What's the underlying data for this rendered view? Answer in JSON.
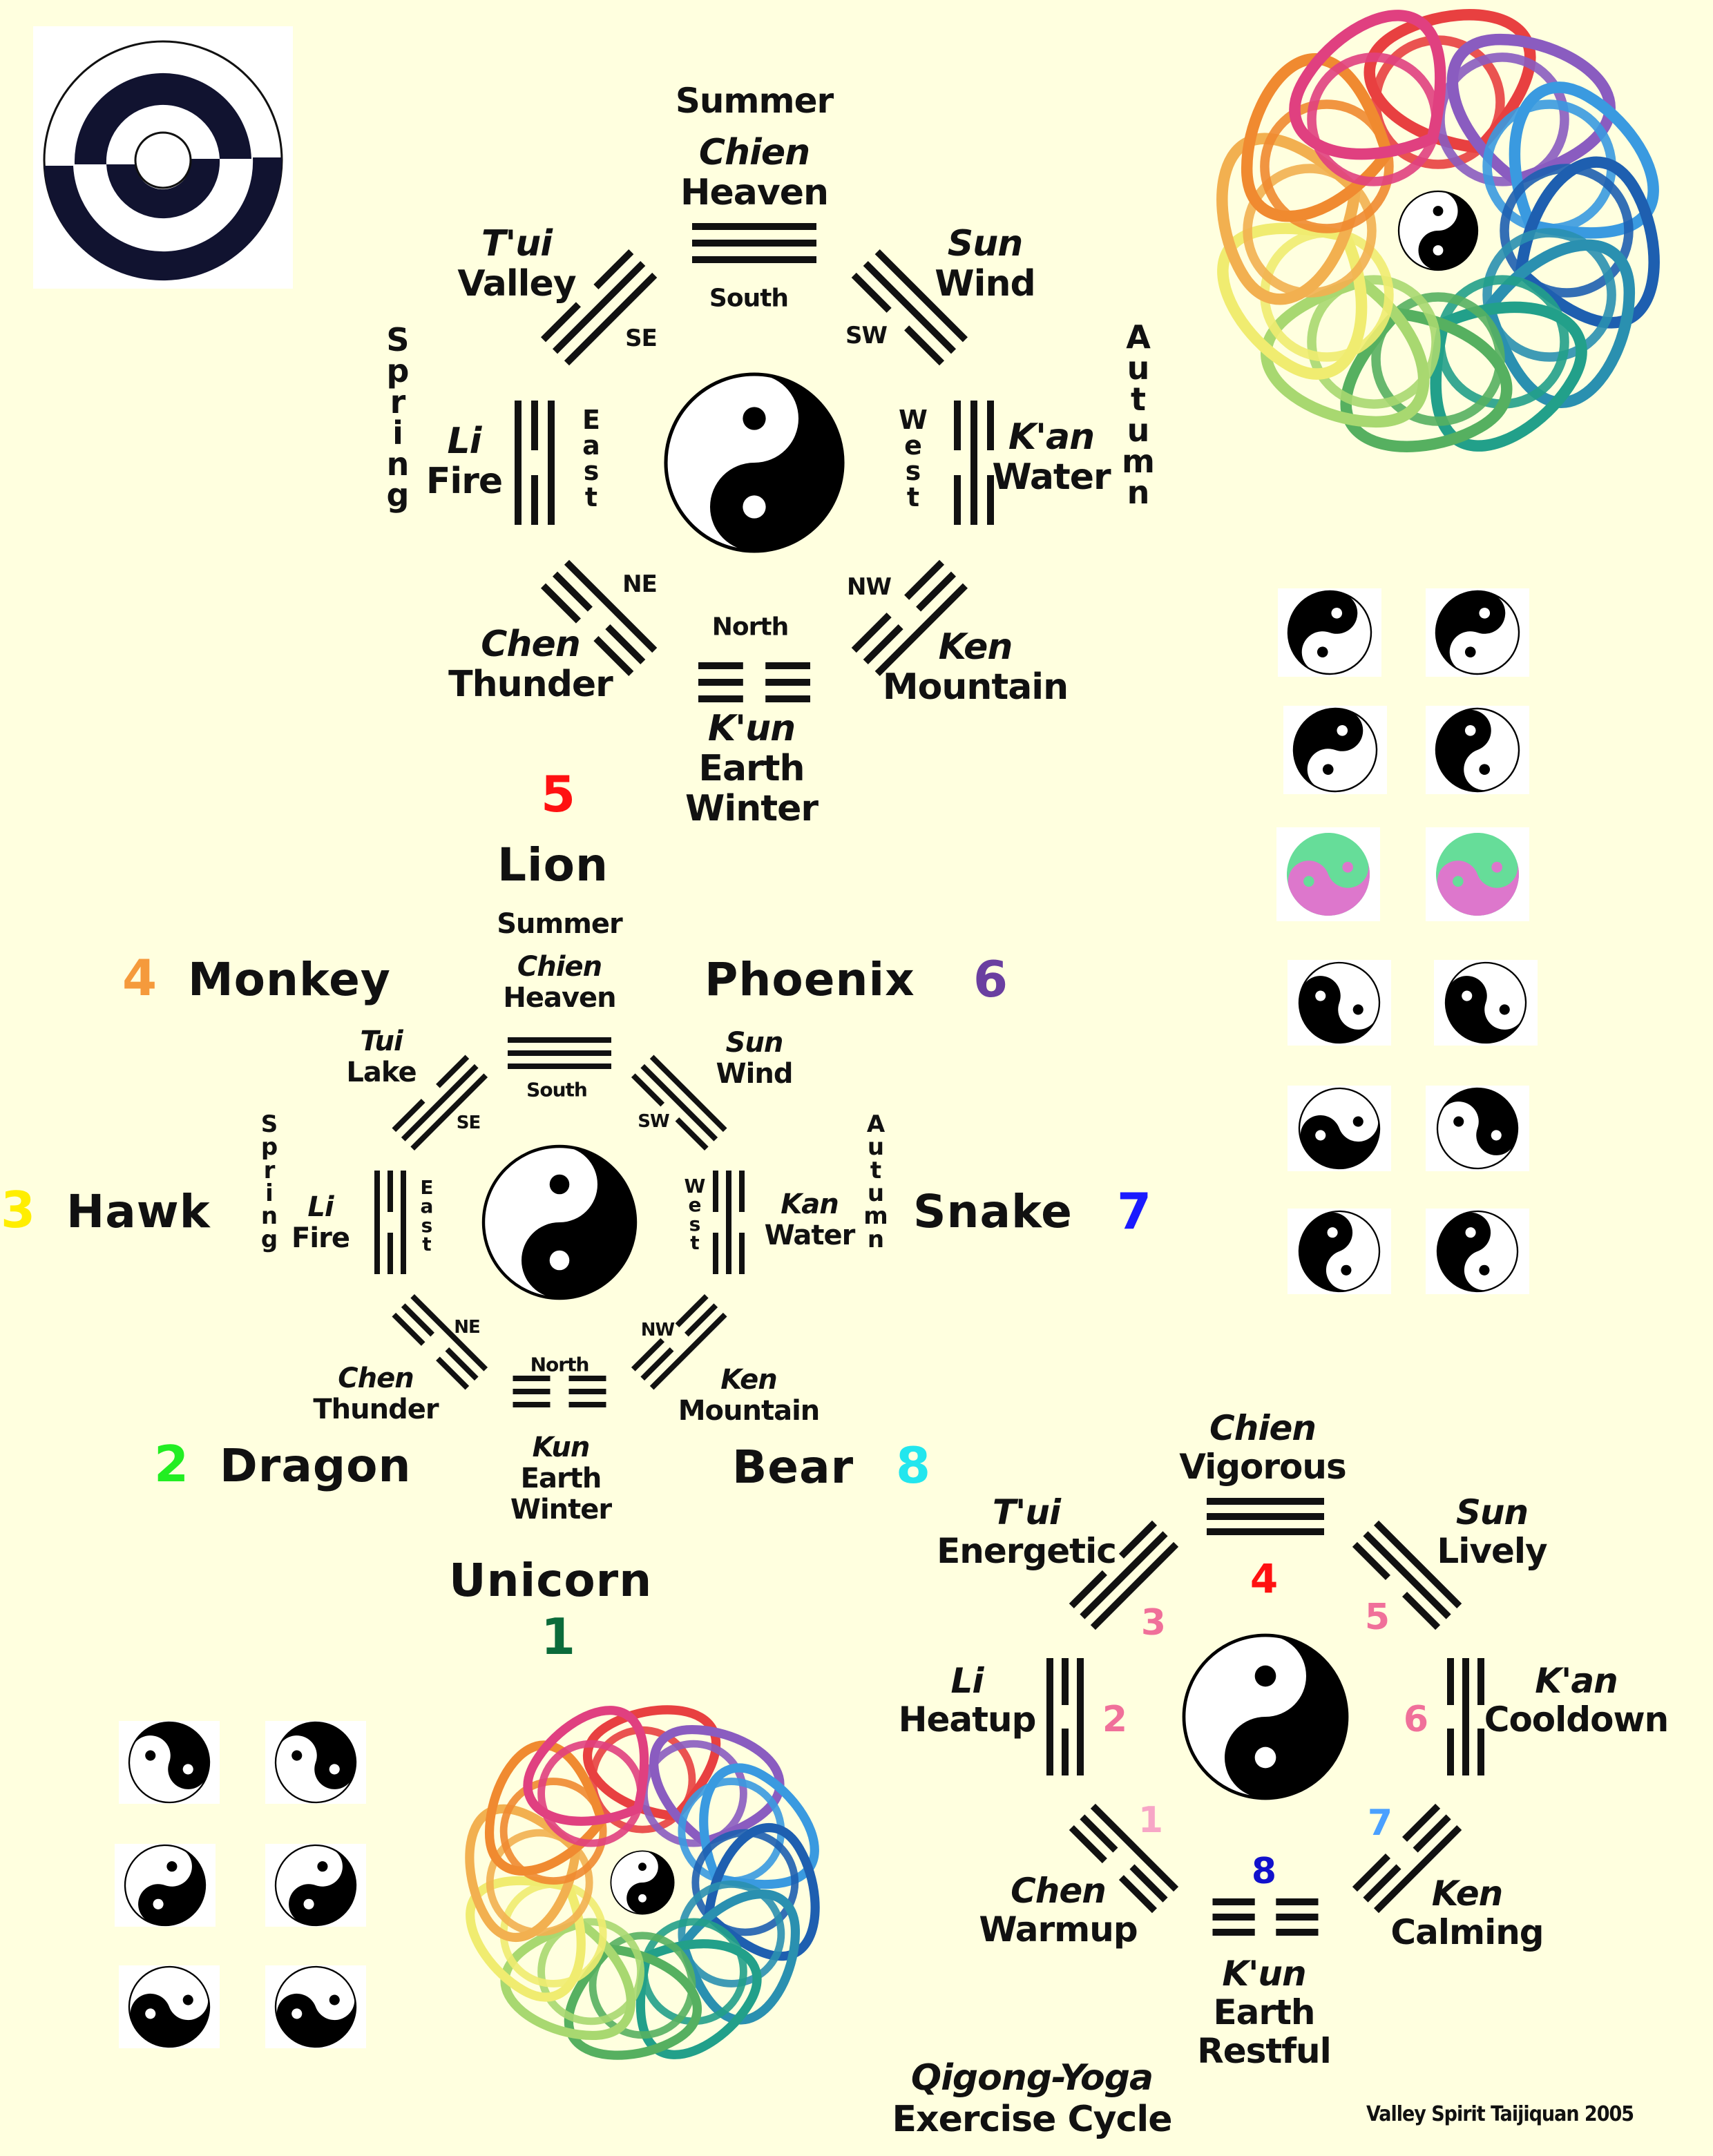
{
  "colors": {
    "background": "#ffffdf",
    "ink": "#111111",
    "num1": "#0b6b3a",
    "num2": "#22ee22",
    "num3": "#ffee00",
    "num4": "#f59a3c",
    "num5": "#ff1111",
    "num6": "#6a3fa0",
    "num7": "#1a1aff",
    "num8": "#22e6ee",
    "cycle_pink": "#f0709a",
    "cycle_light_pink": "#f7a6c6",
    "cycle_red": "#ff1111",
    "cycle_light_blue": "#4aa0ff",
    "cycle_blue": "#1111cc",
    "yinyang_green": "#66dd99",
    "yinyang_magenta": "#dd77cc"
  },
  "top_bagua": {
    "center_icon": "yin-yang-icon",
    "seasons": {
      "top": "Summer",
      "left": "Spring",
      "right": "Autumn",
      "bottom": "Winter"
    },
    "directions": {
      "south": "South",
      "north": "North",
      "east": "East",
      "west": "West",
      "se": "SE",
      "sw": "SW",
      "ne": "NE",
      "nw": "NW"
    },
    "trigrams": {
      "chien": {
        "name": "Chien",
        "meaning": "Heaven"
      },
      "tui": {
        "name": "T'ui",
        "meaning": "Valley"
      },
      "sun": {
        "name": "Sun",
        "meaning": "Wind"
      },
      "li": {
        "name": "Li",
        "meaning": "Fire"
      },
      "kan": {
        "name": "K'an",
        "meaning": "Water"
      },
      "chen": {
        "name": "Chen",
        "meaning": "Thunder"
      },
      "ken": {
        "name": "Ken",
        "meaning": "Mountain"
      },
      "kun": {
        "name": "K'un",
        "meaning": "Earth"
      }
    }
  },
  "middle_bagua": {
    "center_icon": "yin-yang-icon",
    "seasons": {
      "top": "Summer",
      "left": "Spring",
      "right": "Autumn",
      "bottom": "Winter"
    },
    "directions": {
      "south": "South",
      "north": "North",
      "east": "East",
      "west": "West",
      "se": "SE",
      "sw": "SW",
      "ne": "NE",
      "nw": "NW"
    },
    "trigrams": {
      "chien": {
        "name": "Chien",
        "meaning": "Heaven"
      },
      "tui": {
        "name": "Tui",
        "meaning": "Lake"
      },
      "sun": {
        "name": "Sun",
        "meaning": "Wind"
      },
      "li": {
        "name": "Li",
        "meaning": "Fire"
      },
      "kan": {
        "name": "Kan",
        "meaning": "Water"
      },
      "chen": {
        "name": "Chen",
        "meaning": "Thunder"
      },
      "ken": {
        "name": "Ken",
        "meaning": "Mountain"
      },
      "kun": {
        "name": "Kun",
        "meaning": "Earth"
      }
    },
    "animals": [
      {
        "number": "1",
        "name": "Unicorn"
      },
      {
        "number": "2",
        "name": "Dragon"
      },
      {
        "number": "3",
        "name": "Hawk"
      },
      {
        "number": "4",
        "name": "Monkey"
      },
      {
        "number": "5",
        "name": "Lion"
      },
      {
        "number": "6",
        "name": "Phoenix"
      },
      {
        "number": "7",
        "name": "Snake"
      },
      {
        "number": "8",
        "name": "Bear"
      }
    ]
  },
  "cycle_bagua": {
    "title_line1": "Qigong-Yoga",
    "title_line2": "Exercise Cycle",
    "center_icon": "yin-yang-icon",
    "trigrams": {
      "chien": {
        "name": "Chien",
        "meaning": "Vigorous",
        "step": "4"
      },
      "tui": {
        "name": "T'ui",
        "meaning": "Energetic",
        "step": "3"
      },
      "sun": {
        "name": "Sun",
        "meaning": "Lively",
        "step": "5"
      },
      "li": {
        "name": "Li",
        "meaning": "Heatup",
        "step": "2"
      },
      "kan": {
        "name": "K'an",
        "meaning": "Cooldown",
        "step": "6"
      },
      "chen": {
        "name": "Chen",
        "meaning": "Warmup",
        "step": "1"
      },
      "ken": {
        "name": "Ken",
        "meaning": "Calming",
        "step": "7"
      },
      "kun": {
        "name": "K'un",
        "meaning": "Earth",
        "meaning2": "Restful",
        "step": "8"
      }
    }
  },
  "decorations": {
    "top_left": "concentric-target-icon",
    "top_right": "celtic-knot-yin-yang-icon",
    "bottom_center": "celtic-knot-yin-yang-icon",
    "right_grid": [
      "yin-yang-icon",
      "yin-yang-icon",
      "yin-yang-icon",
      "yin-yang-icon",
      "colored-yin-yang-icon",
      "colored-yin-yang-icon",
      "yin-yang-icon",
      "yin-yang-icon",
      "yin-yang-icon",
      "yin-yang-icon",
      "yin-yang-icon",
      "yin-yang-icon"
    ],
    "left_grid": [
      "yin-yang-icon",
      "yin-yang-icon",
      "yin-yang-icon",
      "yin-yang-icon",
      "yin-yang-icon",
      "yin-yang-icon"
    ]
  },
  "credit": "Valley Spirit Taijiquan 2005"
}
